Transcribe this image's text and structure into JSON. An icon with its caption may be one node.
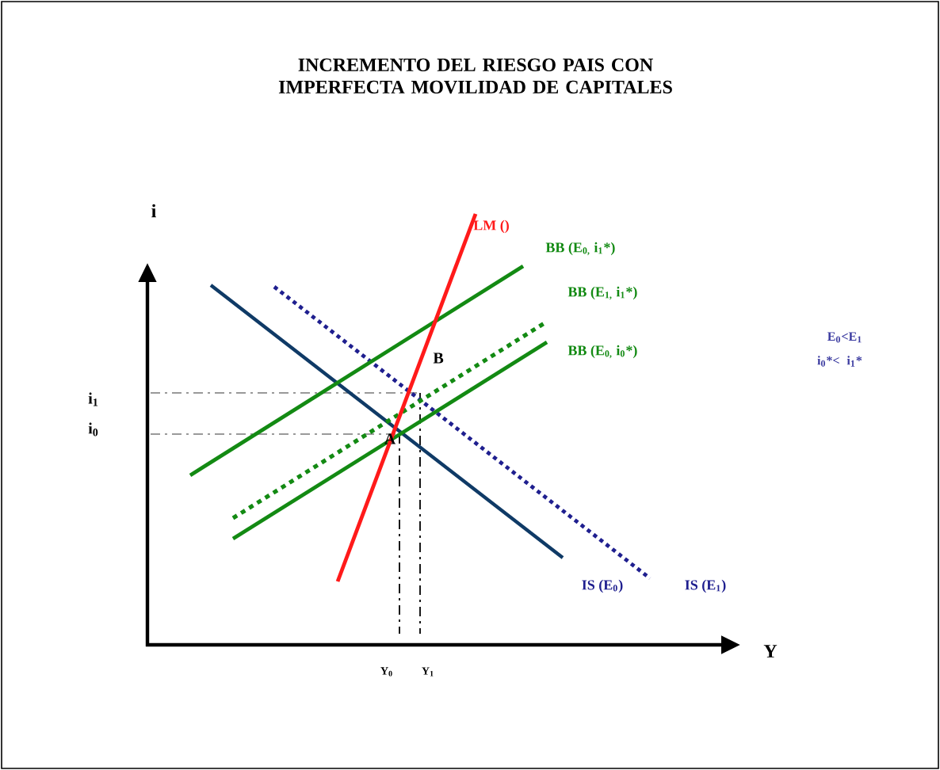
{
  "diagram": {
    "title": "INCREMENTO DEL RIESGO PAIS CON IMPERFECTA MOVILIDAD DE CAPITALES",
    "labels": [
      "i",
      "LM ()",
      "BB (E$_{0,}$ i$_{1}$*)",
      "BB (E$_{1,}$ i$_{1}$*)",
      "B",
      "BB (E$_{0,}$ i$_{0}$*)",
      "E$_{0}$<E$_{1}$",
      "i$_{0}$*<",
      "i$_{1}$*",
      "i$_{1}$",
      "i$_{0}$",
      "A",
      "IS (E$_{0}$)",
      "IS (E$_{1}$)",
      "Y",
      "Y$_{0}$",
      "Y$_{1}$"
    ]
  }
}
